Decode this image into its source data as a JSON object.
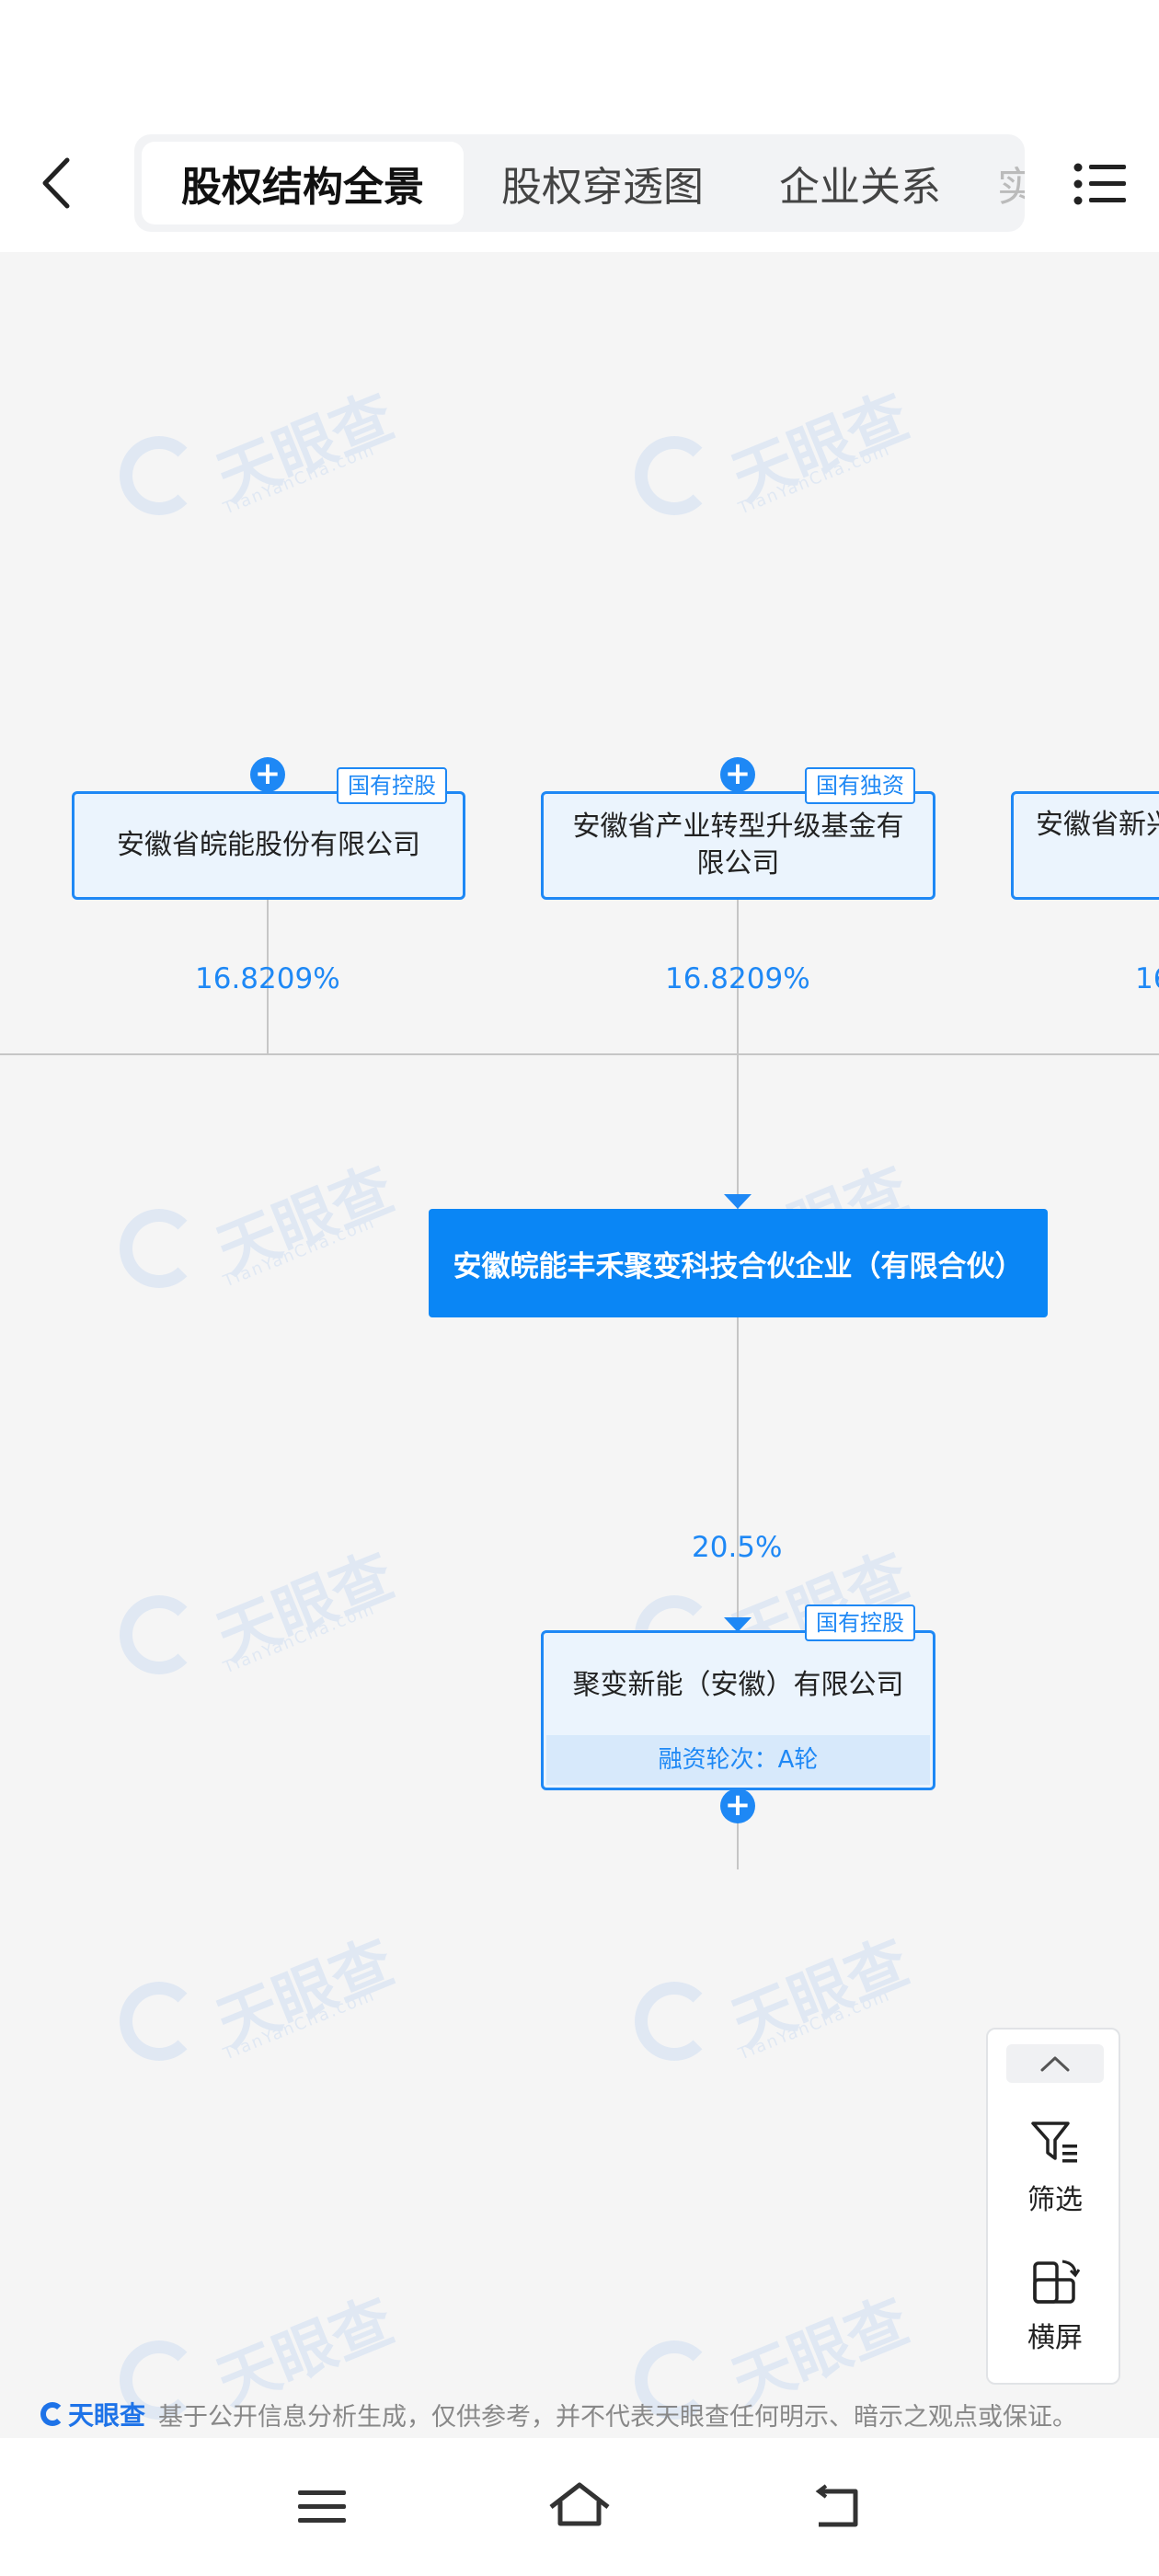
{
  "header": {
    "tabs": [
      {
        "label": "股权结构全景",
        "active": true
      },
      {
        "label": "股权穿透图",
        "active": false
      },
      {
        "label": "企业关系",
        "active": false
      },
      {
        "label": "实",
        "active": false
      }
    ]
  },
  "watermark": {
    "brand": "天眼查",
    "domain": "TianYanCha.com"
  },
  "shareholders": [
    {
      "name": "安徽省皖能股份有限公司",
      "tag": "国有控股",
      "percent": "16.8209%"
    },
    {
      "name": "安徽省产业转型升级基金有限公司",
      "tag": "国有独资",
      "percent": "16.8209%"
    },
    {
      "name": "安徽省新兴",
      "tag": "",
      "percent": "16"
    }
  ],
  "main_entity": {
    "name": "安徽皖能丰禾聚变科技合伙企业（有限合伙）"
  },
  "investment": {
    "percent": "20.5%",
    "name": "聚变新能（安徽）有限公司",
    "tag": "国有控股",
    "round": "融资轮次：A轮"
  },
  "float_panel": {
    "filter_label": "筛选",
    "landscape_label": "横屏"
  },
  "footer": {
    "logo": "天眼查",
    "disclaimer": "基于公开信息分析生成，仅供参考，并不代表天眼查任何明示、暗示之观点或保证。"
  },
  "colors": {
    "accent": "#1e88f5",
    "main_node": "#0a86f5",
    "node_bg": "#ebf4fd",
    "line": "#c6c6c6"
  }
}
